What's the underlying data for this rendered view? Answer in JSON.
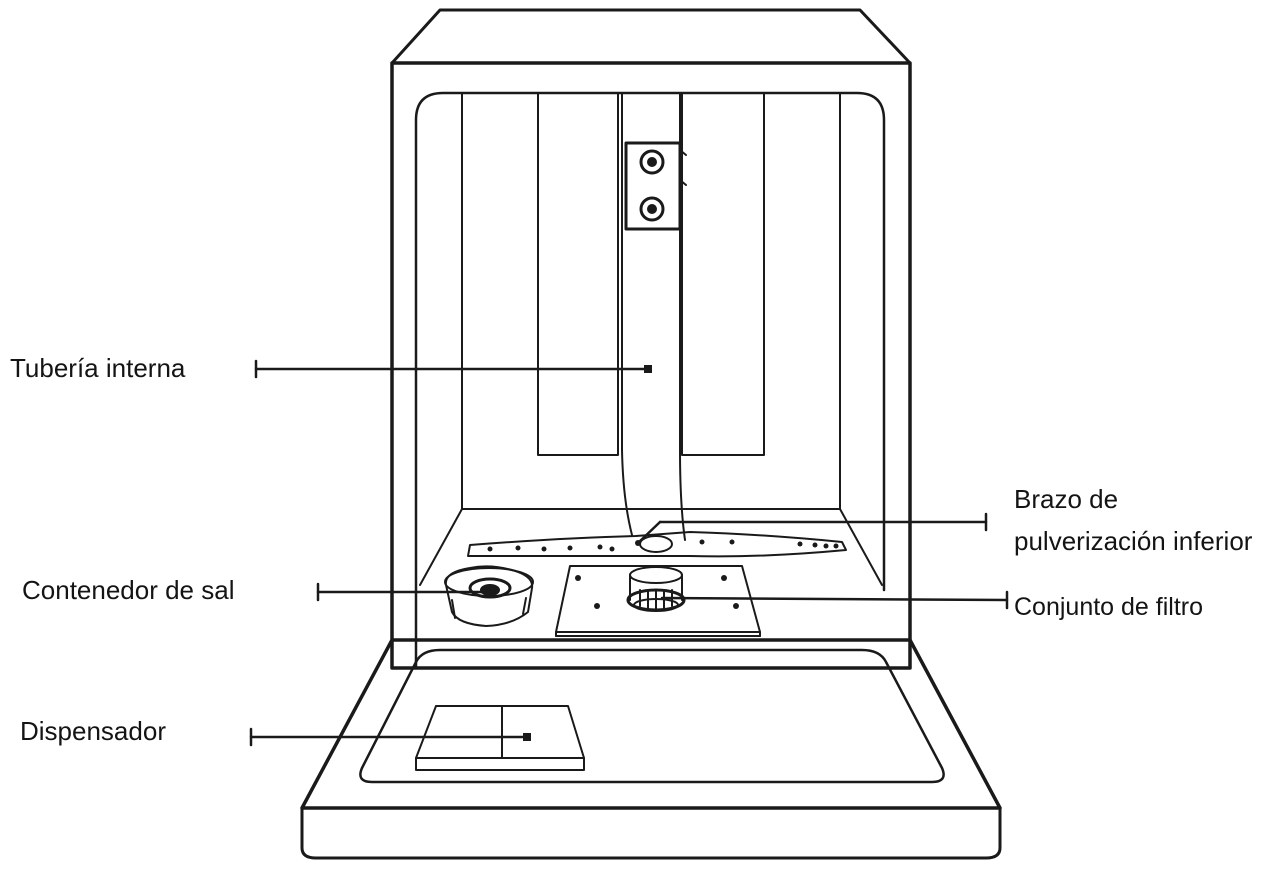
{
  "labels": {
    "tuberia": "Tubería interna",
    "contenedor": "Contenedor de sal",
    "dispensador": "Dispensador",
    "brazo_line1": "Brazo de",
    "brazo_line2": "pulverización inferior",
    "filtro": "Conjunto de filtro"
  },
  "colors": {
    "line": "#1a1a1a",
    "background": "#ffffff"
  }
}
